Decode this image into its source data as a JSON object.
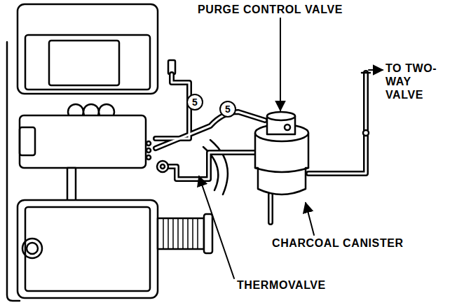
{
  "diagram": {
    "nodes": [
      {
        "text": [
          "5"
        ]
      },
      {
        "text": [
          "5"
        ]
      }
    ],
    "edges": [],
    "labels": [
      "PURGE CONTROL VALVE",
      "TO TWO- WAY VALVE",
      "CHARCOAL CANISTER",
      "THERMOVALVE"
    ]
  }
}
